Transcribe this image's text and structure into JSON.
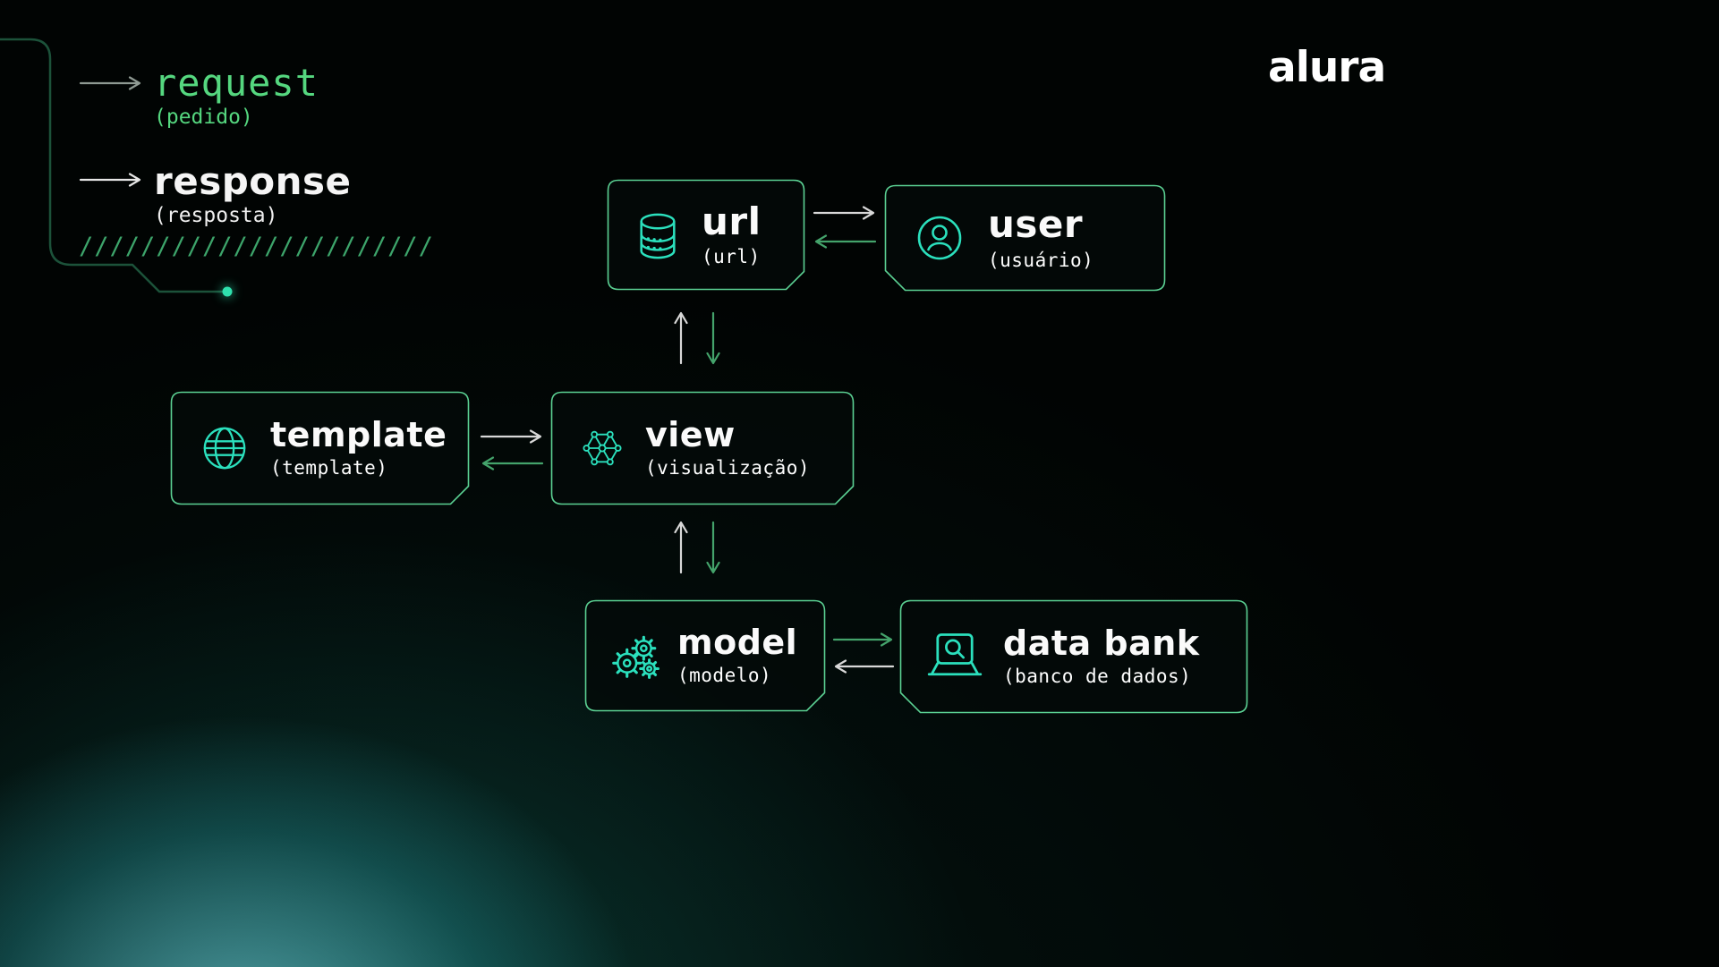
{
  "logo": "alura",
  "legend": {
    "request_label": "request",
    "request_sub": "(pedido)",
    "response_label": "response",
    "response_sub": "(resposta)",
    "hatch": "///////////////////////"
  },
  "nodes": {
    "url": {
      "label": "url",
      "sub": "(url)",
      "icon": "database-icon"
    },
    "user": {
      "label": "user",
      "sub": "(usuário)",
      "icon": "user-icon"
    },
    "template": {
      "label": "template",
      "sub": "(template)",
      "icon": "globe-icon"
    },
    "view": {
      "label": "view",
      "sub": "(visualização)",
      "icon": "network-icon"
    },
    "model": {
      "label": "model",
      "sub": "(modelo)",
      "icon": "gears-icon"
    },
    "databank": {
      "label": "data bank",
      "sub": "(banco de dados)",
      "icon": "laptop-search-icon"
    }
  },
  "edges": [
    {
      "from": "user",
      "to": "url",
      "kind": "request"
    },
    {
      "from": "url",
      "to": "user",
      "kind": "response"
    },
    {
      "from": "url",
      "to": "view",
      "kind": "request"
    },
    {
      "from": "view",
      "to": "url",
      "kind": "response"
    },
    {
      "from": "view",
      "to": "template",
      "kind": "request"
    },
    {
      "from": "template",
      "to": "view",
      "kind": "response"
    },
    {
      "from": "view",
      "to": "model",
      "kind": "request"
    },
    {
      "from": "model",
      "to": "view",
      "kind": "response"
    },
    {
      "from": "model",
      "to": "databank",
      "kind": "request"
    },
    {
      "from": "databank",
      "to": "model",
      "kind": "response"
    }
  ],
  "colors": {
    "icon_teal": "#2BE0BD",
    "request_green": "#44A36B",
    "response_white": "#D8D8D8",
    "border_green": "#5BD193"
  }
}
